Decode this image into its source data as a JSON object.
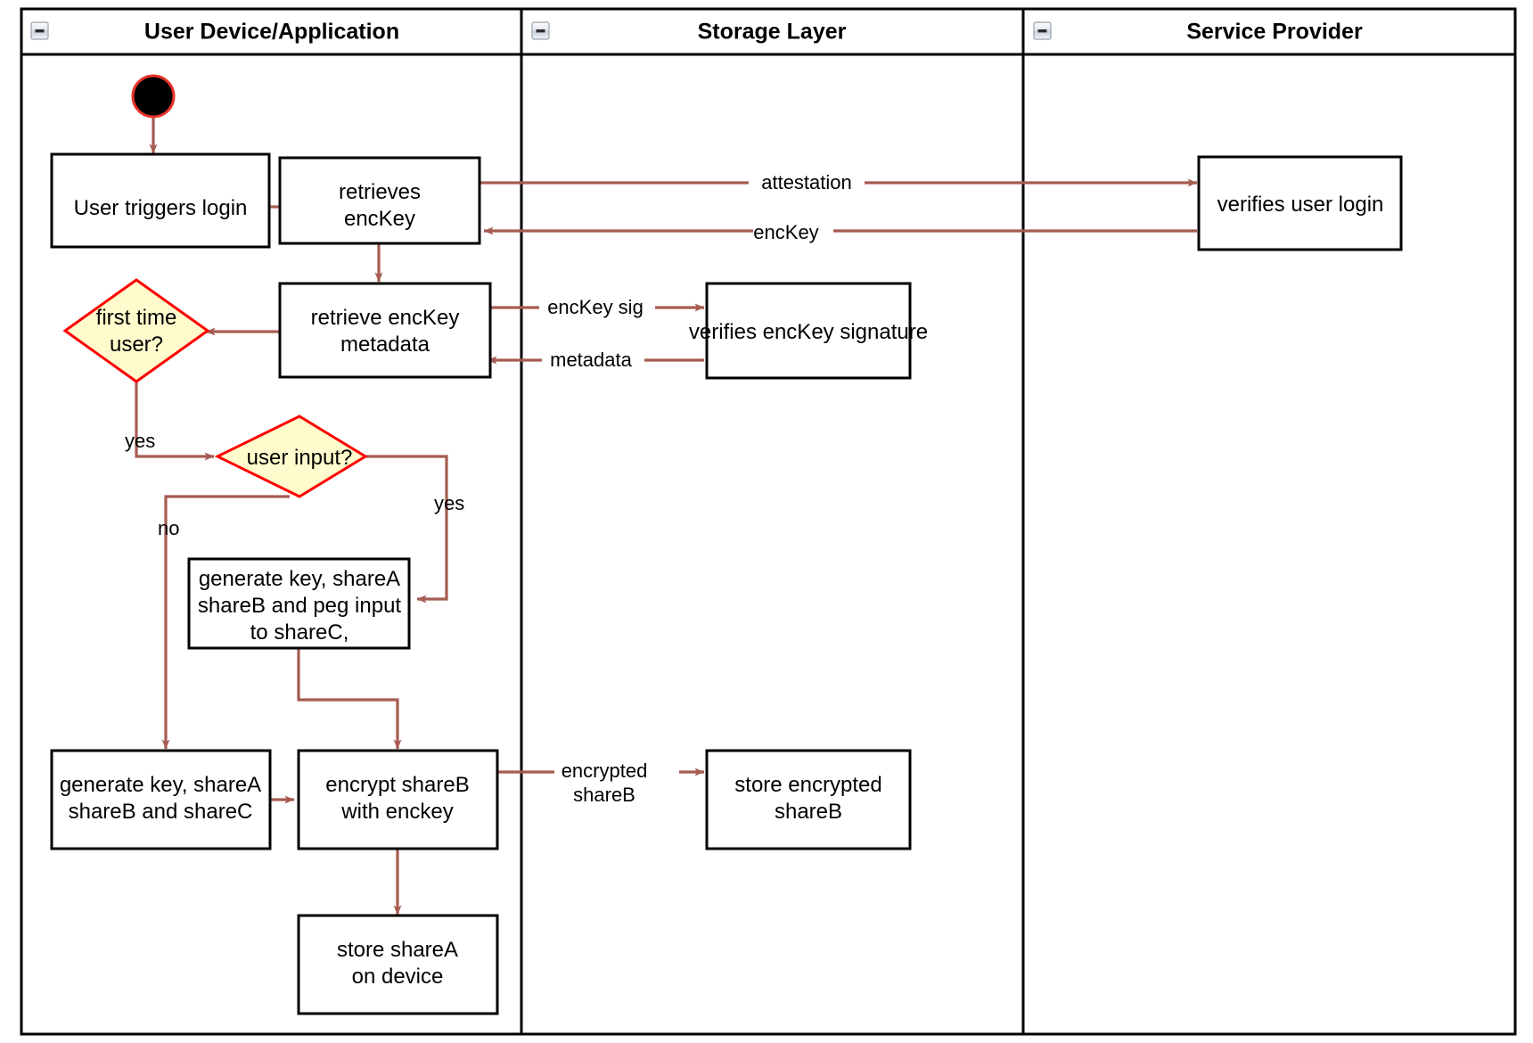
{
  "diagram": {
    "type": "uml-activity-swimlane",
    "title": "Login and key-share provisioning flow",
    "colors": {
      "edge": "#a65c52",
      "decision_fill": "#fffbcc",
      "decision_stroke": "#ff0000",
      "node_stroke": "#000000",
      "node_fill": "#ffffff",
      "start_fill": "#000000",
      "start_stroke": "#e8332a",
      "lane_stroke": "#000000",
      "background": "#ffffff"
    }
  },
  "lanes": [
    {
      "id": "lane-user-device",
      "title": "User Device/Application",
      "collapse_icon": "minus-icon"
    },
    {
      "id": "lane-storage",
      "title": "Storage Layer",
      "collapse_icon": "minus-icon"
    },
    {
      "id": "lane-service-provider",
      "title": "Service Provider",
      "collapse_icon": "minus-icon"
    }
  ],
  "nodes": [
    {
      "id": "start",
      "shape": "initial-node",
      "label": ""
    },
    {
      "id": "user-triggers-login",
      "shape": "action",
      "lines": [
        "User triggers login"
      ]
    },
    {
      "id": "retrieves-enckey",
      "shape": "action",
      "lines": [
        "retrieves",
        "encKey"
      ]
    },
    {
      "id": "verifies-user-login",
      "shape": "action",
      "lines": [
        "verifies user login"
      ]
    },
    {
      "id": "retrieve-enckey-metadata",
      "shape": "action",
      "lines": [
        "retrieve encKey",
        "metadata"
      ]
    },
    {
      "id": "verifies-enckey-signature",
      "shape": "action",
      "lines": [
        "verifies encKey signature"
      ]
    },
    {
      "id": "first-time-user",
      "shape": "decision",
      "lines": [
        "first time",
        "user?"
      ]
    },
    {
      "id": "user-input",
      "shape": "decision",
      "lines": [
        "user input?"
      ]
    },
    {
      "id": "generate-key-peg",
      "shape": "action",
      "lines": [
        "generate key, shareA",
        "shareB and peg input",
        "to shareC,"
      ]
    },
    {
      "id": "generate-key-shares",
      "shape": "action",
      "lines": [
        "generate key, shareA",
        "shareB and shareC"
      ]
    },
    {
      "id": "encrypt-shareb",
      "shape": "action",
      "lines": [
        "encrypt shareB",
        "with enckey"
      ]
    },
    {
      "id": "store-encrypted-shareb",
      "shape": "action",
      "lines": [
        "store encrypted",
        "shareB"
      ]
    },
    {
      "id": "store-sharea-on-device",
      "shape": "action",
      "lines": [
        "store shareA",
        "on device"
      ]
    }
  ],
  "edges": [
    {
      "id": "e-start-login",
      "from": "start",
      "to": "user-triggers-login",
      "label": ""
    },
    {
      "id": "e-login-retrieves",
      "from": "user-triggers-login",
      "to": "retrieves-enckey",
      "label": ""
    },
    {
      "id": "e-attestation",
      "from": "retrieves-enckey",
      "to": "verifies-user-login",
      "label": "attestation"
    },
    {
      "id": "e-enckey-back",
      "from": "verifies-user-login",
      "to": "retrieves-enckey",
      "label": "encKey"
    },
    {
      "id": "e-retrieves-metadata",
      "from": "retrieves-enckey",
      "to": "retrieve-enckey-metadata",
      "label": ""
    },
    {
      "id": "e-enckey-sig",
      "from": "retrieve-enckey-metadata",
      "to": "verifies-enckey-signature",
      "label": "encKey sig"
    },
    {
      "id": "e-metadata-back",
      "from": "verifies-enckey-signature",
      "to": "retrieve-enckey-metadata",
      "label": "metadata"
    },
    {
      "id": "e-metadata-firsttime",
      "from": "retrieve-enckey-metadata",
      "to": "first-time-user",
      "label": ""
    },
    {
      "id": "e-firsttime-yes",
      "from": "first-time-user",
      "to": "user-input",
      "label": "yes"
    },
    {
      "id": "e-userinput-yes",
      "from": "user-input",
      "to": "generate-key-peg",
      "label": "yes"
    },
    {
      "id": "e-userinput-no",
      "from": "user-input",
      "to": "generate-key-shares",
      "label": "no"
    },
    {
      "id": "e-peg-encrypt",
      "from": "generate-key-peg",
      "to": "encrypt-shareb",
      "label": ""
    },
    {
      "id": "e-shares-encrypt",
      "from": "generate-key-shares",
      "to": "encrypt-shareb",
      "label": ""
    },
    {
      "id": "e-encrypted-shareb",
      "from": "encrypt-shareb",
      "to": "store-encrypted-shareb",
      "label": "encrypted shareB",
      "label_lines": [
        "encrypted",
        "shareB"
      ]
    },
    {
      "id": "e-encrypt-store-sharea",
      "from": "encrypt-shareb",
      "to": "store-sharea-on-device",
      "label": ""
    }
  ],
  "edge_labels": {
    "attestation": "attestation",
    "enckey": "encKey",
    "enckey_sig": "encKey sig",
    "metadata": "metadata",
    "yes_first_time": "yes",
    "yes_user_input": "yes",
    "no_user_input": "no",
    "encrypted_line1": "encrypted",
    "encrypted_line2": "shareB"
  },
  "node_text": {
    "user_triggers_login": "User triggers login",
    "retrieves_l1": "retrieves",
    "retrieves_l2": "encKey",
    "verifies_user_login": "verifies user login",
    "retrieve_meta_l1": "retrieve encKey",
    "retrieve_meta_l2": "metadata",
    "verifies_sig": "verifies encKey signature",
    "first_time_l1": "first time",
    "first_time_l2": "user?",
    "user_input": "user input?",
    "gen_peg_l1": "generate key, shareA",
    "gen_peg_l2": "shareB and peg input",
    "gen_peg_l3": "to shareC,",
    "gen_shares_l1": "generate key, shareA",
    "gen_shares_l2": "shareB and shareC",
    "encrypt_l1": "encrypt shareB",
    "encrypt_l2": "with enckey",
    "store_enc_l1": "store encrypted",
    "store_enc_l2": "shareB",
    "store_sharea_l1": "store shareA",
    "store_sharea_l2": "on device"
  }
}
